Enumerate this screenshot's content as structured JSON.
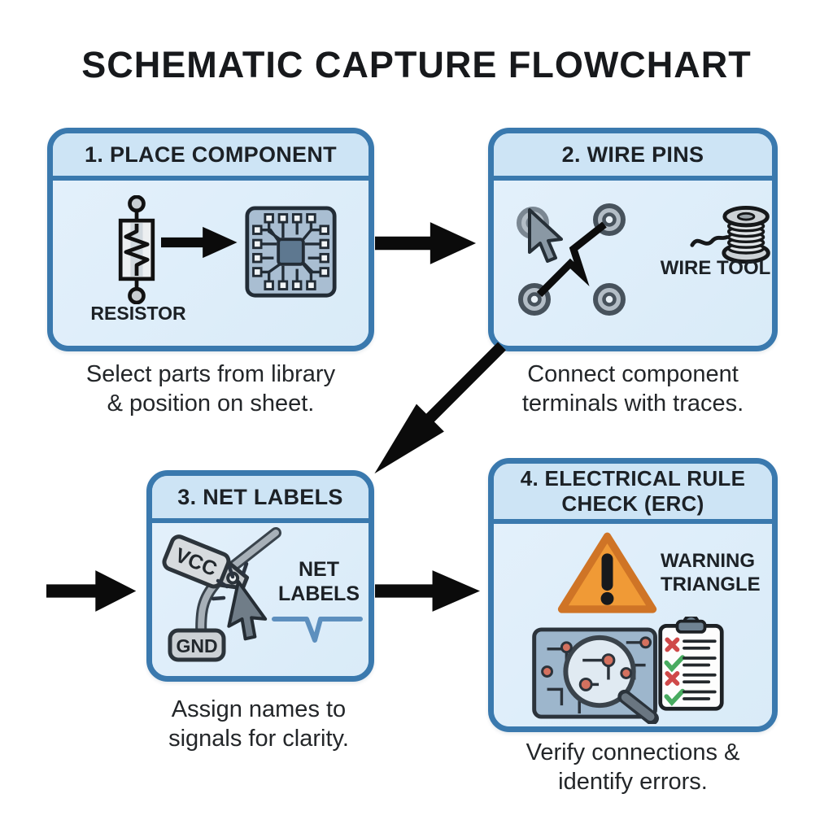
{
  "title": "SCHEMATIC CAPTURE FLOWCHART",
  "colors": {
    "box_border": "#3a79ae",
    "header_bg": "#cde4f5",
    "body_bg": "#ddeefa",
    "arrow_black": "#0b0b0b",
    "warning_orange": "#f09a36",
    "warning_border": "#cf7426",
    "net_wave_blue": "#5d8fbe",
    "error_red": "#cf4949",
    "ok_green": "#48ab60",
    "icon_gray": "#8a98a4"
  },
  "steps": [
    {
      "header": "1. PLACE COMPONENT",
      "caption": "Select parts from library\n& position on sheet.",
      "labels": {
        "resistor": "RESISTOR"
      },
      "icons": [
        "resistor-symbol-icon",
        "placement-arrow-icon",
        "ic-chip-icon"
      ]
    },
    {
      "header": "2. WIRE PINS",
      "caption": "Connect component\nterminals with traces.",
      "labels": {
        "wire_tool": "WIRE TOOL"
      },
      "icons": [
        "wire-pins-icon",
        "cursor-icon",
        "wire-spool-icon"
      ]
    },
    {
      "header": "3. NET LABELS",
      "caption": "Assign names to\nsignals for clarity.",
      "labels": {
        "vcc": "VCC",
        "gnd": "GND",
        "net_labels": "NET\nLABELS"
      },
      "icons": [
        "net-tag-icon",
        "cursor-click-icon",
        "net-waveform-icon"
      ]
    },
    {
      "header": "4. ELECTRICAL RULE\nCHECK (ERC)",
      "caption": "Verify connections &\nidentify errors.",
      "labels": {
        "warning": "WARNING\nTRIANGLE"
      },
      "icons": [
        "warning-triangle-icon",
        "pcb-magnifier-icon",
        "checklist-icon"
      ]
    }
  ]
}
